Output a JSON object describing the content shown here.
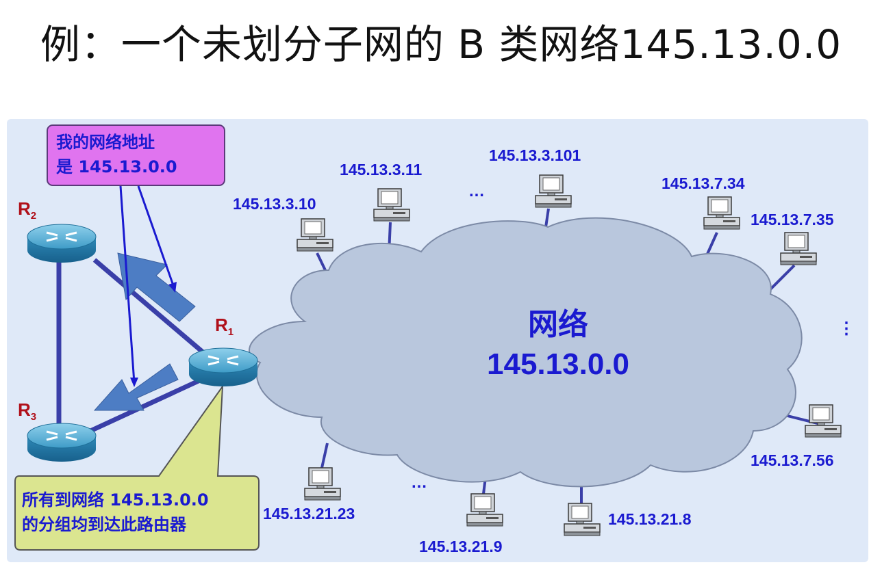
{
  "title": "例：一个未划分子网的 B 类网络145.13.0.0",
  "routers": {
    "r1": {
      "letter": "R",
      "sub": "1"
    },
    "r2": {
      "letter": "R",
      "sub": "2"
    },
    "r3": {
      "letter": "R",
      "sub": "3"
    }
  },
  "callouts": {
    "top_line1": "我的网络地址",
    "top_line2": "是 145.13.0.0",
    "bottom_line1": "所有到网络 145.13.0.0",
    "bottom_line2": "的分组均到达此路由器"
  },
  "cloud": {
    "name": "网络",
    "address": "145.13.0.0"
  },
  "hosts": {
    "h1": "145.13.3.10",
    "h2": "145.13.3.11",
    "h3": "145.13.3.101",
    "h4": "145.13.7.34",
    "h5": "145.13.7.35",
    "h6": "145.13.7.56",
    "h7": "145.13.21.8",
    "h8": "145.13.21.9",
    "h9": "145.13.21.23"
  },
  "ellipsis": {
    "top": "…",
    "right": "⋮",
    "bottom": "…"
  },
  "colors": {
    "panel_bg": "#dfe9f8",
    "text_blue": "#1a1ad0",
    "router_label": "#b0101a",
    "cloud_fill": "#b9c7dd",
    "link_blue": "#3a3fa8",
    "callout_magenta": "#e074ef",
    "callout_yellow": "#dbe590"
  }
}
